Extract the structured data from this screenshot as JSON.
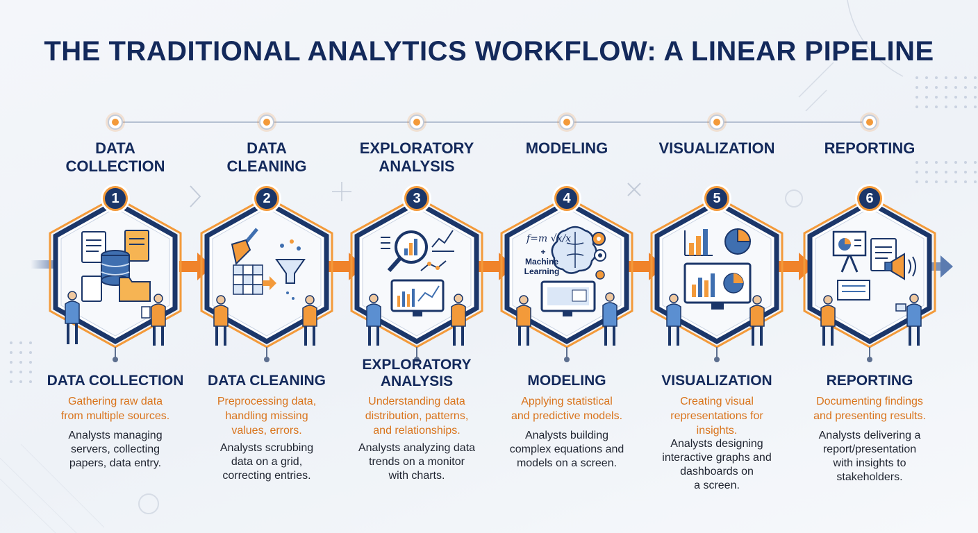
{
  "title": "THE TRADITIONAL ANALYTICS WORKFLOW: A LINEAR PIPELINE",
  "colors": {
    "navy": "#13295b",
    "orange": "#f39a3a",
    "orange_text": "#d9731b",
    "blue_accent": "#3f6fb0",
    "body_text": "#1f2430"
  },
  "stages": [
    {
      "number": "1",
      "title_top": "DATA\nCOLLECTION",
      "title_bottom": "DATA COLLECTION",
      "description": "Gathering raw data\nfrom multiple sources.",
      "detail": "Analysts managing\nservers, collecting\npapers, data entry.",
      "icon": "database-documents-folder-icon"
    },
    {
      "number": "2",
      "title_top": "DATA\nCLEANING",
      "title_bottom": "DATA CLEANING",
      "description": "Preprocessing data,\nhandling missing\nvalues, errors.",
      "detail": "Analysts scrubbing\ndata on a grid,\ncorrecting entries.",
      "icon": "brush-grid-funnel-icon"
    },
    {
      "number": "3",
      "title_top": "EXPLORATORY\nANALYSIS",
      "title_bottom": "EXPLORATORY\nANALYSIS",
      "description": "Understanding data\ndistribution, patterns,\nand relationships.",
      "detail": "Analysts analyzing data\ntrends on a monitor\nwith charts.",
      "icon": "magnifier-chart-monitor-icon"
    },
    {
      "number": "4",
      "title_top": "MODELING",
      "title_bottom": "MODELING",
      "description": "Applying statistical\nand predictive models.",
      "detail": "Analysts building\ncomplex equations and\nmodels on a screen.",
      "icon": "brain-gears-formula-icon",
      "icon_text": {
        "formula": "f=m √x/x",
        "plus": "+",
        "ml": "Machine\nLearning"
      }
    },
    {
      "number": "5",
      "title_top": "VISUALIZATION",
      "title_bottom": "VISUALIZATION",
      "description": "Creating visual\nrepresentations for\ninsights.",
      "detail": "Analysts designing\ninteractive graphs and\ndashboards on\na screen.",
      "icon": "bar-pie-dashboard-icon"
    },
    {
      "number": "6",
      "title_top": "REPORTING",
      "title_bottom": "REPORTING",
      "description": "Documenting findings\nand presenting results.",
      "detail": "Analysts delivering a\nreport/presentation\nwith insights to\nstakeholders.",
      "icon": "presentation-report-megaphone-icon"
    }
  ]
}
